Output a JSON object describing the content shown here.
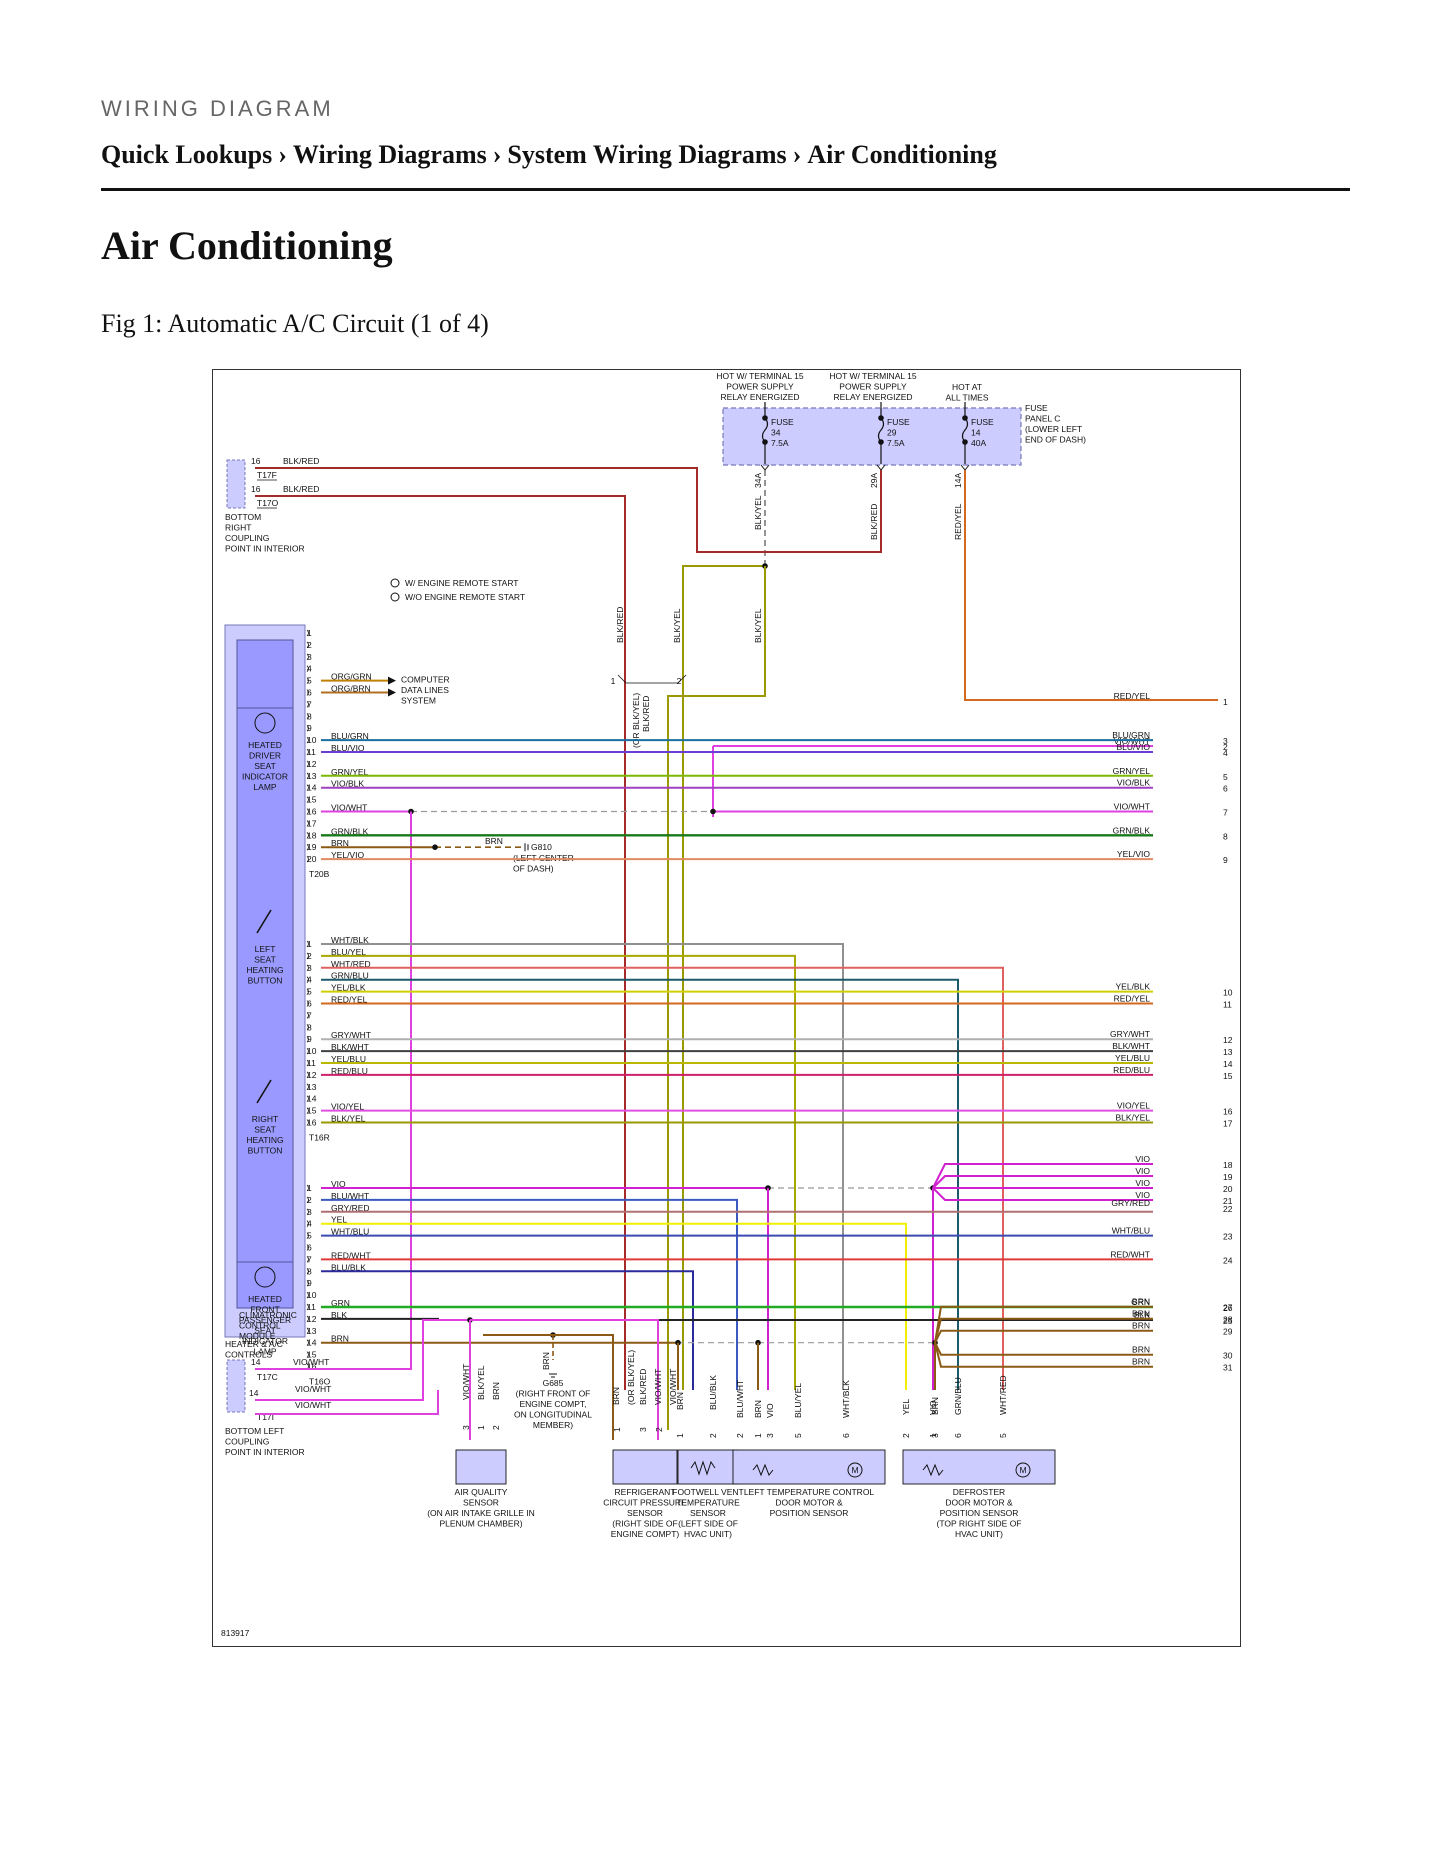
{
  "header": {
    "kicker": "WIRING DIAGRAM",
    "breadcrumb": [
      "Quick Lookups",
      "Wiring Diagrams",
      "System Wiring Diagrams",
      "Air Conditioning"
    ],
    "separator": "›"
  },
  "page_title": "Air Conditioning",
  "figure_caption": "Fig 1: Automatic A/C Circuit (1 of 4)",
  "diagram": {
    "figure_id": "813917",
    "power_labels": {
      "hot1": [
        "HOT W/ TERMINAL 15",
        "POWER SUPPLY",
        "RELAY ENERGIZED"
      ],
      "hot2": [
        "HOT W/ TERMINAL 15",
        "POWER SUPPLY",
        "RELAY ENERGIZED"
      ],
      "hot3": [
        "HOT AT",
        "ALL TIMES"
      ]
    },
    "fuses": [
      {
        "name": "FUSE",
        "num": "34",
        "amp": "7.5A",
        "tap": "34A"
      },
      {
        "name": "FUSE",
        "num": "29",
        "amp": "7.5A",
        "tap": "29A"
      },
      {
        "name": "FUSE",
        "num": "14",
        "amp": "40A",
        "tap": "14A"
      }
    ],
    "fuse_panel": [
      "FUSE",
      "PANEL C",
      "(LOWER LEFT",
      "END OF DASH)"
    ],
    "vertical_labels": {
      "f34": "BLK/YEL",
      "f29": "BLK/RED",
      "f14": "RED/YEL",
      "blkred": "BLK/RED",
      "blkyel": "BLK/YEL",
      "blkyel2": "BLK/YEL",
      "or_note": "(OR BLK/YEL)",
      "or_note_color": "BLK/RED"
    },
    "notes": [
      "W/ ENGINE REMOTE START",
      "W/O ENGINE REMOTE START"
    ],
    "top_connectors": {
      "pins": [
        "16",
        "16"
      ],
      "wires": [
        "BLK/RED",
        "BLK/RED"
      ],
      "names": [
        "T17F",
        "T17O"
      ],
      "label": [
        "BOTTOM",
        "RIGHT",
        "COUPLING",
        "POINT IN INTERIOR"
      ]
    },
    "module": {
      "lamp1": [
        "HEATED",
        "DRIVER",
        "SEAT",
        "INDICATOR",
        "LAMP"
      ],
      "button1": [
        "LEFT",
        "SEAT",
        "HEATING",
        "BUTTON"
      ],
      "button2": [
        "RIGHT",
        "SEAT",
        "HEATING",
        "BUTTON"
      ],
      "lamp2": [
        "HEATED",
        "FRONT",
        "PASSENGER",
        "SEAT",
        "INDICATOR",
        "LAMP"
      ],
      "name": [
        "CLIMATRONIC",
        "CONTROL",
        "MODULE"
      ],
      "outer": [
        "HEATER & A/C",
        "CONTROLS"
      ]
    },
    "connector_names": [
      "T20B",
      "T16R",
      "T16O"
    ],
    "pins_t20b": [
      {
        "pin": "1",
        "wire": ""
      },
      {
        "pin": "2",
        "wire": ""
      },
      {
        "pin": "3",
        "wire": ""
      },
      {
        "pin": "4",
        "wire": ""
      },
      {
        "pin": "5",
        "wire": "ORG/GRN"
      },
      {
        "pin": "6",
        "wire": "ORG/BRN"
      },
      {
        "pin": "7",
        "wire": ""
      },
      {
        "pin": "8",
        "wire": ""
      },
      {
        "pin": "9",
        "wire": ""
      },
      {
        "pin": "10",
        "wire": "BLU/GRN"
      },
      {
        "pin": "11",
        "wire": "BLU/VIO"
      },
      {
        "pin": "12",
        "wire": ""
      },
      {
        "pin": "13",
        "wire": "GRN/YEL"
      },
      {
        "pin": "14",
        "wire": "VIO/BLK"
      },
      {
        "pin": "15",
        "wire": ""
      },
      {
        "pin": "16",
        "wire": "VIO/WHT"
      },
      {
        "pin": "17",
        "wire": ""
      },
      {
        "pin": "18",
        "wire": "GRN/BLK"
      },
      {
        "pin": "19",
        "wire": "BRN"
      },
      {
        "pin": "20",
        "wire": "YEL/VIO"
      }
    ],
    "pins_t16r": [
      {
        "pin": "1",
        "wire": "WHT/BLK"
      },
      {
        "pin": "2",
        "wire": "BLU/YEL"
      },
      {
        "pin": "3",
        "wire": "WHT/RED"
      },
      {
        "pin": "4",
        "wire": "GRN/BLU"
      },
      {
        "pin": "5",
        "wire": "YEL/BLK"
      },
      {
        "pin": "6",
        "wire": "RED/YEL"
      },
      {
        "pin": "7",
        "wire": ""
      },
      {
        "pin": "8",
        "wire": ""
      },
      {
        "pin": "9",
        "wire": "GRY/WHT"
      },
      {
        "pin": "10",
        "wire": "BLK/WHT"
      },
      {
        "pin": "11",
        "wire": "YEL/BLU"
      },
      {
        "pin": "12",
        "wire": "RED/BLU"
      },
      {
        "pin": "13",
        "wire": ""
      },
      {
        "pin": "14",
        "wire": ""
      },
      {
        "pin": "15",
        "wire": "VIO/YEL"
      },
      {
        "pin": "16",
        "wire": "BLK/YEL"
      }
    ],
    "pins_t16o": [
      {
        "pin": "1",
        "wire": "VIO"
      },
      {
        "pin": "2",
        "wire": "BLU/WHT"
      },
      {
        "pin": "3",
        "wire": "GRY/RED"
      },
      {
        "pin": "4",
        "wire": "YEL"
      },
      {
        "pin": "5",
        "wire": "WHT/BLU"
      },
      {
        "pin": "6",
        "wire": ""
      },
      {
        "pin": "7",
        "wire": "RED/WHT"
      },
      {
        "pin": "8",
        "wire": "BLU/BLK"
      },
      {
        "pin": "9",
        "wire": ""
      },
      {
        "pin": "10",
        "wire": ""
      },
      {
        "pin": "11",
        "wire": "GRN"
      },
      {
        "pin": "12",
        "wire": "BLK"
      },
      {
        "pin": "13",
        "wire": ""
      },
      {
        "pin": "14",
        "wire": "BRN"
      },
      {
        "pin": "15",
        "wire": ""
      },
      {
        "pin": "16",
        "wire": ""
      }
    ],
    "computer_data": [
      "COMPUTER",
      "DATA LINES",
      "SYSTEM"
    ],
    "ground_g810": {
      "wire": "BRN",
      "lines": [
        "G810",
        "(LEFT CENTER",
        "OF DASH)"
      ]
    },
    "right_labels": [
      {
        "label": "RED/YEL",
        "num": "1"
      },
      {
        "label": "VIO/WHT",
        "num": "2"
      },
      {
        "label": "BLU/GRN",
        "num": "3"
      },
      {
        "label": "BLU/VIO",
        "num": "4"
      },
      {
        "label": "GRN/YEL",
        "num": "5"
      },
      {
        "label": "VIO/BLK",
        "num": "6"
      },
      {
        "label": "VIO/WHT",
        "num": "7"
      },
      {
        "label": "GRN/BLK",
        "num": "8"
      },
      {
        "label": "YEL/VIO",
        "num": "9"
      },
      {
        "label": "YEL/BLK",
        "num": "10"
      },
      {
        "label": "RED/YEL",
        "num": "11"
      },
      {
        "label": "GRY/WHT",
        "num": "12"
      },
      {
        "label": "BLK/WHT",
        "num": "13"
      },
      {
        "label": "YEL/BLU",
        "num": "14"
      },
      {
        "label": "RED/BLU",
        "num": "15"
      },
      {
        "label": "VIO/YEL",
        "num": "16"
      },
      {
        "label": "BLK/YEL",
        "num": "17"
      },
      {
        "label": "VIO",
        "num": "18"
      },
      {
        "label": "VIO",
        "num": "19"
      },
      {
        "label": "VIO",
        "num": "20"
      },
      {
        "label": "VIO",
        "num": "21"
      },
      {
        "label": "GRY/RED",
        "num": "22"
      },
      {
        "label": "WHT/BLU",
        "num": "23"
      },
      {
        "label": "RED/WHT",
        "num": "24"
      },
      {
        "label": "BLK",
        "num": "25"
      },
      {
        "label": "GRN",
        "num": "26"
      },
      {
        "label": "BRN",
        "num": "27"
      },
      {
        "label": "BRN",
        "num": "28"
      },
      {
        "label": "BRN",
        "num": "29"
      },
      {
        "label": "BRN",
        "num": "30"
      },
      {
        "label": "BRN",
        "num": "31"
      }
    ],
    "bottom_connectors": {
      "pins": [
        "14",
        "14"
      ],
      "wires": [
        "VIO/WHT",
        "VIO/WHT",
        "VIO/WHT"
      ],
      "names": [
        "T17C",
        "T17I"
      ],
      "label": [
        "BOTTOM LEFT",
        "COUPLING",
        "POINT IN INTERIOR"
      ]
    },
    "ground_g685": {
      "wire": "BRN",
      "lines": [
        "G685",
        "(RIGHT FRONT OF",
        "ENGINE COMPT,",
        "ON LONGITUDINAL",
        "MEMBER)"
      ]
    },
    "components": {
      "air_quality": {
        "wires": [
          "VIO/WHT",
          "BLK/YEL",
          "BRN"
        ],
        "pins": [
          "3",
          "1",
          "2"
        ],
        "lines": [
          "AIR QUALITY",
          "SENSOR",
          "(ON AIR INTAKE GRILLE IN",
          "PLENUM CHAMBER)"
        ]
      },
      "refrigerant": {
        "wires": [
          "BRN",
          "(OR BLK/YEL)",
          "BLK/RED",
          "VIO/WHT",
          "VIO/WHT"
        ],
        "pins": [
          "1",
          "3",
          "2"
        ],
        "lines": [
          "REFRIGERANT",
          "CIRCUIT PRESSURE",
          "SENSOR",
          "(RIGHT SIDE OF",
          "ENGINE COMPT)"
        ]
      },
      "footwell": {
        "wires": [
          "BRN",
          "BLU/BLK"
        ],
        "pins": [
          "1",
          "2"
        ],
        "lines": [
          "FOOTWELL VENT",
          "TEMPERATURE",
          "SENSOR",
          "(LEFT SIDE OF",
          "HVAC UNIT)"
        ]
      },
      "left_temp": {
        "wires": [
          "BLU/WHT",
          "BRN",
          "VIO",
          "BLU/YEL",
          "WHT/BLK"
        ],
        "pins": [
          "2",
          "1",
          "3",
          "5",
          "6"
        ],
        "lines": [
          "LEFT TEMPERATURE CONTROL",
          "DOOR MOTOR &",
          "POSITION SENSOR"
        ]
      },
      "defroster": {
        "wires": [
          "YEL",
          "VIO",
          "BRN",
          "GRN/BLU",
          "WHT/RED"
        ],
        "pins": [
          "2",
          "1",
          "3",
          "6",
          "5"
        ],
        "lines": [
          "DEFROSTER",
          "DOOR MOTOR &",
          "POSITION SENSOR",
          "(TOP RIGHT SIDE OF",
          "HVAC UNIT)"
        ]
      }
    },
    "wire_colors": {
      "BLK/RED": "#a52a2a",
      "BLK/YEL": "#9a9a00",
      "RED/YEL": "#d2691e",
      "VIO/WHT": "#e040e0",
      "BLU/GRN": "#1a6fa0",
      "BLU/VIO": "#6a3dd6",
      "GRN/YEL": "#7cb800",
      "VIO/BLK": "#a040c0",
      "GRN/BLK": "#1a7a1a",
      "BRN": "#8b5a14",
      "YEL/VIO": "#e08a60",
      "WHT/BLK": "#909090",
      "BLU/YEL": "#a8a800",
      "WHT/RED": "#e06060",
      "GRN/BLU": "#1a5a6a",
      "YEL/BLK": "#d0d000",
      "GRY/WHT": "#b0b0b0",
      "BLK/WHT": "#404040",
      "YEL/BLU": "#b8b800",
      "RED/BLU": "#d0206a",
      "VIO/YEL": "#e050e0",
      "VIO": "#d020d0",
      "BLU/WHT": "#3a5abf",
      "GRY/RED": "#b07070",
      "YEL": "#f0f000",
      "WHT/BLU": "#3a4ab0",
      "RED/WHT": "#e03a3a",
      "BLU/BLK": "#2a2a9a",
      "GRN": "#22aa22",
      "BLK": "#222222",
      "ORG/GRN": "#c08000",
      "ORG/BRN": "#b07020"
    }
  }
}
